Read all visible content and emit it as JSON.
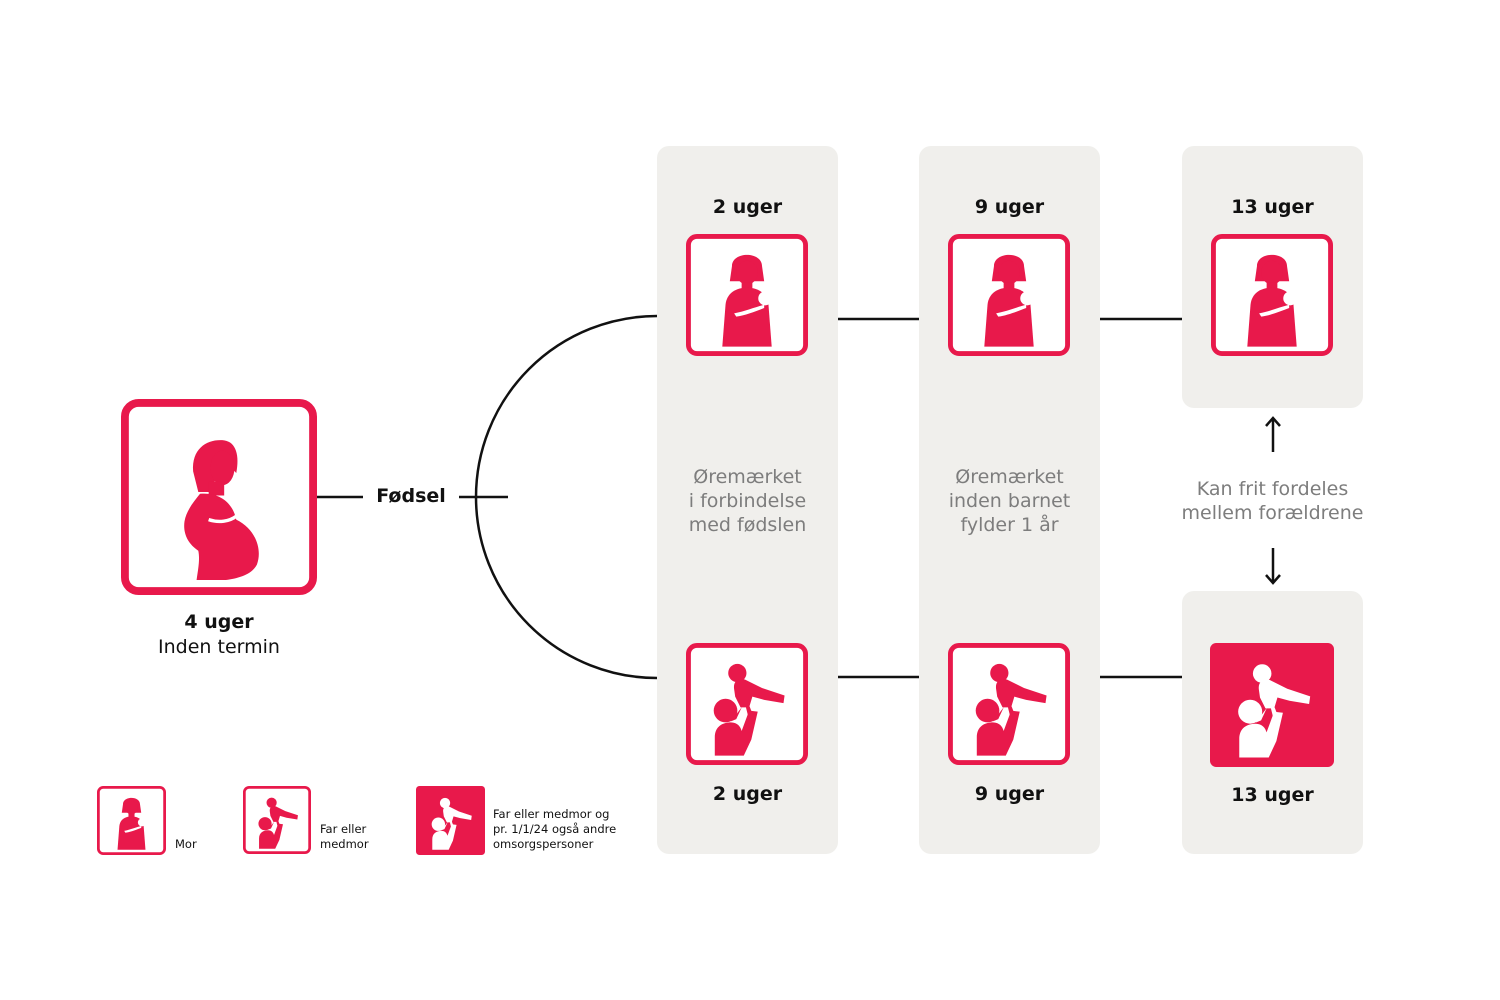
{
  "colors": {
    "accent": "#e8194b",
    "panel": "#f0efec",
    "line": "#111111",
    "muted_text": "#7d7d7d"
  },
  "icons": {
    "mother": "mother-with-baby-icon",
    "father": "parent-lifting-baby-icon",
    "pregnant": "pregnant-woman-icon",
    "arrow": "arrow-icon"
  },
  "pregnancy": {
    "weeks": "4 uger",
    "caption": "Inden termin"
  },
  "birth_label": "Fødsel",
  "columns": [
    {
      "top_weeks": "2 uger",
      "bottom_weeks": "2 uger",
      "note": [
        "Øremærket",
        "i forbindelse",
        "med fødslen"
      ]
    },
    {
      "top_weeks": "9 uger",
      "bottom_weeks": "9 uger",
      "note": [
        "Øremærket",
        "inden barnet",
        "fylder 1 år"
      ]
    },
    {
      "top_weeks": "13 uger",
      "bottom_weeks": "13 uger",
      "note": [
        "Kan frit fordeles",
        "mellem forældrene"
      ]
    }
  ],
  "legend": [
    {
      "icon": "mother-with-baby-icon",
      "lines": [
        "Mor"
      ]
    },
    {
      "icon": "parent-lifting-baby-icon",
      "lines": [
        "Far eller",
        "medmor"
      ]
    },
    {
      "icon": "parent-lifting-baby-filled-icon",
      "lines": [
        "Far eller medmor og",
        "pr. 1/1/24 også andre",
        "omsorgspersoner"
      ]
    }
  ]
}
